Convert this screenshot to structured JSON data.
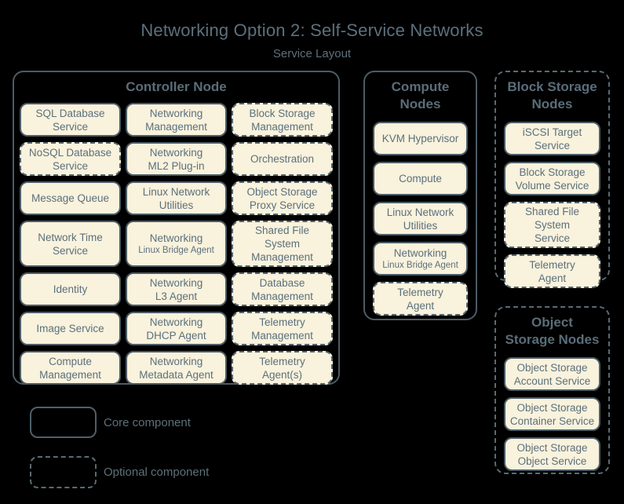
{
  "title": "Networking Option 2: Self-Service Networks",
  "subtitle": "Service Layout",
  "colors": {
    "background": "#000000",
    "node_fill": "#f9f2dc",
    "solid_border": "#4c5c66",
    "dashed_border": "#5a6a74",
    "text": "#5b707e",
    "heading": "#5a6d79"
  },
  "groups": [
    {
      "label": "Controller Node",
      "border": "solid",
      "nodes": [
        {
          "label": "SQL Database\nService",
          "style": "solid"
        },
        {
          "label": "Networking\nManagement",
          "style": "solid"
        },
        {
          "label": "Block Storage\nManagement",
          "style": "dashed"
        },
        {
          "label": "NoSQL Database\nService",
          "style": "dashed"
        },
        {
          "label": "Networking\nML2 Plug-in",
          "style": "solid"
        },
        {
          "label": "Orchestration",
          "style": "dashed"
        },
        {
          "label": "Message Queue",
          "style": "solid"
        },
        {
          "label": "Linux Network\nUtilities",
          "style": "solid"
        },
        {
          "label": "Object Storage\nProxy Service",
          "style": "dashed"
        },
        {
          "label": "Network Time\nService",
          "style": "solid"
        },
        {
          "label": "Networking",
          "sublabel": "Linux Bridge Agent",
          "style": "solid"
        },
        {
          "label": "Shared File System\nManagement",
          "style": "dashed"
        },
        {
          "label": "Identity",
          "style": "solid"
        },
        {
          "label": "Networking\nL3 Agent",
          "style": "solid"
        },
        {
          "label": "Database\nManagement",
          "style": "dashed"
        },
        {
          "label": "Image Service",
          "style": "solid"
        },
        {
          "label": "Networking\nDHCP Agent",
          "style": "solid"
        },
        {
          "label": "Telemetry\nManagement",
          "style": "dashed"
        },
        {
          "label": "Compute\nManagement",
          "style": "solid"
        },
        {
          "label": "Networking\nMetadata Agent",
          "style": "solid"
        },
        {
          "label": "Telemetry\nAgent(s)",
          "style": "dashed"
        }
      ]
    },
    {
      "label": "Compute\nNodes",
      "border": "solid",
      "nodes": [
        {
          "label": "KVM Hypervisor",
          "style": "solid"
        },
        {
          "label": "Compute",
          "style": "solid"
        },
        {
          "label": "Linux Network\nUtilities",
          "style": "solid"
        },
        {
          "label": "Networking",
          "sublabel": "Linux Bridge Agent",
          "style": "solid"
        },
        {
          "label": "Telemetry\nAgent",
          "style": "dashed"
        }
      ]
    },
    {
      "label": "Block Storage\nNodes",
      "border": "dashed",
      "nodes": [
        {
          "label": "iSCSI Target\nService",
          "style": "solid"
        },
        {
          "label": "Block Storage\nVolume Service",
          "style": "solid"
        },
        {
          "label": "Shared File System\nService",
          "style": "dashed"
        },
        {
          "label": "Telemetry\nAgent",
          "style": "dashed"
        }
      ]
    },
    {
      "label": "Object\nStorage Nodes",
      "border": "dashed",
      "nodes": [
        {
          "label": "Object Storage\nAccount Service",
          "style": "solid"
        },
        {
          "label": "Object Storage\nContainer Service",
          "style": "solid"
        },
        {
          "label": "Object Storage\nObject Service",
          "style": "solid"
        }
      ]
    }
  ],
  "legend": [
    {
      "label": "Core component",
      "style": "solid"
    },
    {
      "label": "Optional component",
      "style": "dashed"
    }
  ]
}
